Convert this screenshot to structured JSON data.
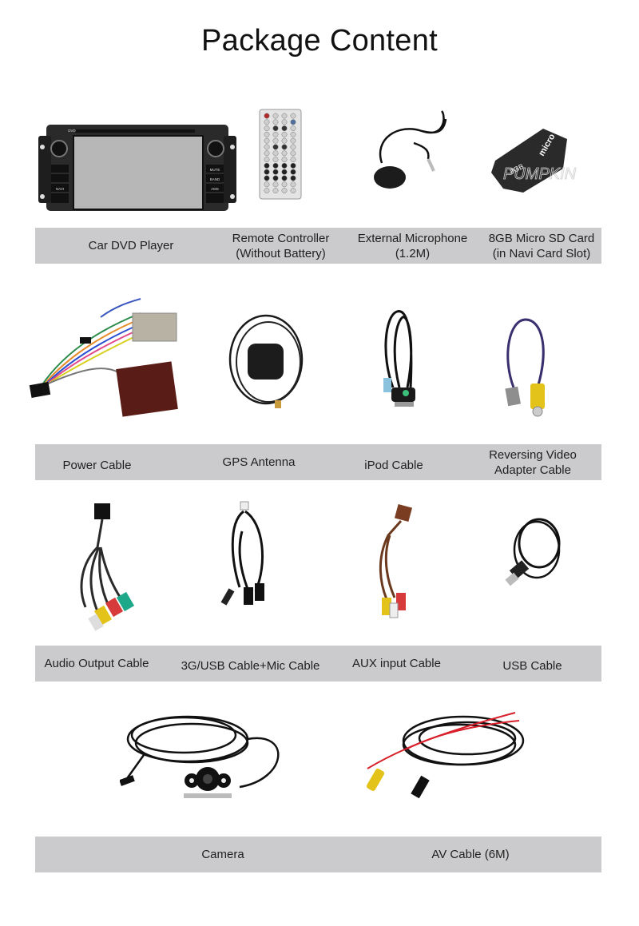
{
  "page": {
    "title": "Package Content"
  },
  "rows": [
    {
      "items": [
        {
          "label": "Car DVD Player",
          "icon": "car-dvd-player-image"
        },
        {
          "label": "Remote Controller\n(Without Battery)",
          "icon": "remote-controller-image"
        },
        {
          "label": "External Microphone\n(1.2M)",
          "icon": "microphone-image"
        },
        {
          "label": "8GB Micro SD Card\n(in Navi Card Slot)",
          "icon": "micro-sd-card-image"
        }
      ]
    },
    {
      "items": [
        {
          "label": "Power Cable",
          "icon": "power-cable-image"
        },
        {
          "label": "GPS Antenna",
          "icon": "gps-antenna-image"
        },
        {
          "label": "iPod Cable",
          "icon": "ipod-cable-image"
        },
        {
          "label": "Reversing Video\nAdapter Cable",
          "icon": "reversing-video-cable-image"
        }
      ]
    },
    {
      "items": [
        {
          "label": "Audio Output Cable",
          "icon": "audio-output-cable-image"
        },
        {
          "label": "3G/USB Cable+Mic Cable",
          "icon": "usb-mic-cable-image"
        },
        {
          "label": "AUX input Cable",
          "icon": "aux-cable-image"
        },
        {
          "label": "USB Cable",
          "icon": "usb-cable-image"
        }
      ]
    },
    {
      "items": [
        {
          "label": "Camera",
          "icon": "camera-image"
        },
        {
          "label": "AV Cable (6M)",
          "icon": "av-cable-image"
        }
      ]
    }
  ],
  "product_text": {
    "sd_card_capacity": "8GB",
    "sd_card_brand": "micro SD HC",
    "watermark": "PUMPKIN",
    "dvd_buttons": [
      "MUTE",
      "BAND",
      "AMS",
      "NAVI",
      "DVD"
    ]
  },
  "colors": {
    "band": "#cbcbcd",
    "text": "#1f1f1f",
    "background": "#ffffff"
  }
}
